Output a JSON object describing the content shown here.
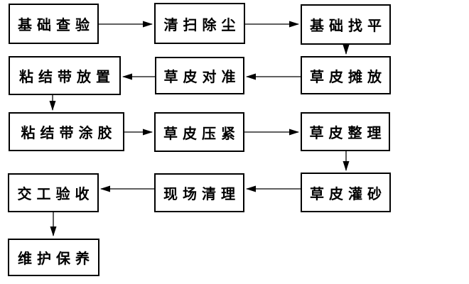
{
  "diagram": {
    "type": "flowchart",
    "background": "#ffffff",
    "colors": {
      "box_border": "#000000",
      "text": "#000000",
      "arrow": "#000000"
    },
    "nodes": [
      {
        "label": "基础查验"
      },
      {
        "label": "清扫除尘"
      },
      {
        "label": "基础找平"
      },
      {
        "label": "粘结带放置"
      },
      {
        "label": "草皮对准"
      },
      {
        "label": "草皮摊放"
      },
      {
        "label": "粘结带涂胶"
      },
      {
        "label": "草皮压紧"
      },
      {
        "label": "草皮整理"
      },
      {
        "label": "交工验收"
      },
      {
        "label": "现场清理"
      },
      {
        "label": "草皮灌砂"
      },
      {
        "label": "维护保养"
      }
    ],
    "edges": [
      {
        "from": "基础查验",
        "to": "清扫除尘"
      },
      {
        "from": "清扫除尘",
        "to": "基础找平"
      },
      {
        "from": "基础找平",
        "to": "草皮摊放"
      },
      {
        "from": "草皮摊放",
        "to": "草皮对准"
      },
      {
        "from": "草皮对准",
        "to": "粘结带放置"
      },
      {
        "from": "粘结带放置",
        "to": "粘结带涂胶"
      },
      {
        "from": "粘结带涂胶",
        "to": "草皮压紧"
      },
      {
        "from": "草皮压紧",
        "to": "草皮整理"
      },
      {
        "from": "草皮整理",
        "to": "草皮灌砂"
      },
      {
        "from": "草皮灌砂",
        "to": "现场清理"
      },
      {
        "from": "现场清理",
        "to": "交工验收"
      },
      {
        "from": "交工验收",
        "to": "维护保养"
      }
    ]
  }
}
